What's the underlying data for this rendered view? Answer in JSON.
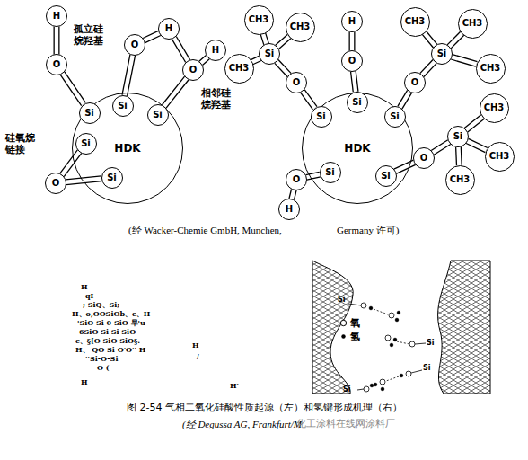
{
  "diagram": {
    "caption": "图 2-54 气相二氧化硅酸性质起源（左）和氢键形成机理（右）",
    "nodes": [
      {
        "text": [
          "HDK"
        ]
      },
      {
        "text": [
          "Si"
        ],
        "in": 0
      },
      {
        "text": [
          "Si"
        ],
        "in": 0
      },
      {
        "text": [
          "Si"
        ],
        "in": 0
      },
      {
        "text": [
          "Si"
        ],
        "in": 0
      },
      {
        "text": [
          "Si"
        ],
        "in": 0
      },
      {
        "text": [
          "H"
        ]
      },
      {
        "text": [
          "O"
        ]
      },
      {
        "text": [
          "O"
        ]
      },
      {
        "text": [
          "H"
        ]
      },
      {
        "text": [
          "O"
        ]
      },
      {
        "text": [
          "H"
        ]
      },
      {
        "text": [
          "O"
        ]
      },
      {
        "text": [
          "HDK"
        ]
      },
      {
        "text": [
          "Si"
        ],
        "in": 13
      },
      {
        "text": [
          "Si"
        ],
        "in": 13
      },
      {
        "text": [
          "Si"
        ],
        "in": 13
      },
      {
        "text": [
          "Si"
        ],
        "in": 13
      },
      {
        "text": [
          "Si"
        ],
        "in": 13
      },
      {
        "text": [
          "O"
        ]
      },
      {
        "text": [
          "Si"
        ]
      },
      {
        "text": [
          "CH3"
        ]
      },
      {
        "text": [
          "CH3"
        ]
      },
      {
        "text": [
          "CH3"
        ]
      },
      {
        "text": [
          "O"
        ]
      },
      {
        "text": [
          "H"
        ]
      },
      {
        "text": [
          "O"
        ]
      },
      {
        "text": [
          "Si"
        ]
      },
      {
        "text": [
          "CH3"
        ]
      },
      {
        "text": [
          "CH3"
        ]
      },
      {
        "text": [
          "CH3"
        ]
      },
      {
        "text": [
          "O"
        ]
      },
      {
        "text": [
          "Si"
        ]
      },
      {
        "text": [
          "CH3"
        ]
      },
      {
        "text": [
          "CH3"
        ]
      },
      {
        "text": [
          "CH3"
        ]
      },
      {
        "text": [
          "O"
        ]
      },
      {
        "text": [
          "H"
        ]
      }
    ],
    "edges": [
      {
        "from": 6,
        "to": 7,
        "arrow": "none"
      },
      {
        "from": 7,
        "to": 1,
        "arrow": "none"
      },
      {
        "from": 2,
        "to": 8,
        "arrow": "none"
      },
      {
        "from": 8,
        "to": 9,
        "arrow": "none"
      },
      {
        "from": 9,
        "to": 10,
        "arrow": "none"
      },
      {
        "from": 10,
        "to": 3,
        "arrow": "none"
      },
      {
        "from": 10,
        "to": 11,
        "arrow": "none"
      },
      {
        "from": 4,
        "to": 12,
        "arrow": "none"
      },
      {
        "from": 12,
        "to": 5,
        "arrow": "none"
      },
      {
        "from": 14,
        "to": 19,
        "arrow": "none"
      },
      {
        "from": 19,
        "to": 20,
        "arrow": "none"
      },
      {
        "from": 20,
        "to": 21,
        "arrow": "none"
      },
      {
        "from": 20,
        "to": 22,
        "arrow": "none"
      },
      {
        "from": 20,
        "to": 23,
        "arrow": "none"
      },
      {
        "from": 15,
        "to": 24,
        "arrow": "none"
      },
      {
        "from": 24,
        "to": 25,
        "arrow": "none"
      },
      {
        "from": 16,
        "to": 26,
        "arrow": "none"
      },
      {
        "from": 26,
        "to": 27,
        "arrow": "none"
      },
      {
        "from": 27,
        "to": 28,
        "arrow": "none"
      },
      {
        "from": 27,
        "to": 29,
        "arrow": "none"
      },
      {
        "from": 27,
        "to": 30,
        "arrow": "none"
      },
      {
        "from": 18,
        "to": 31,
        "arrow": "none"
      },
      {
        "from": 31,
        "to": 32,
        "arrow": "none"
      },
      {
        "from": 32,
        "to": 33,
        "arrow": "none"
      },
      {
        "from": 32,
        "to": 34,
        "arrow": "none"
      },
      {
        "from": 32,
        "to": 35,
        "arrow": "none"
      },
      {
        "from": 17,
        "to": 36,
        "arrow": "none"
      },
      {
        "from": 36,
        "to": 37,
        "arrow": "none"
      }
    ],
    "labels": [
      "孤立硅烷羟基",
      "相邻硅烷羟基",
      "硅氧烷链接",
      "(经 Wacker-Chemie GmbH, Munchen,",
      "Germany 许可)",
      "H",
      "qI",
      "; SiQ、Si;",
      "H、o,OOSiOb、c、H",
      "'SiO Si 0 SiO 旱'u",
      "6SiO Si Si SiO",
      "c、§[O SiO SiO§.",
      "H、 QO Si O'O'' H",
      "''Si-O-Si",
      "O (",
      "H",
      "H",
      "/",
      "H'",
      "Si",
      "Si",
      "Si",
      "Si",
      "(经 Degussa AG, Frankfurt/M",
      "化工涂料在线网涂料厂"
    ],
    "legend": [
      {
        "text": "氧"
      },
      {
        "text": "氢"
      }
    ]
  }
}
